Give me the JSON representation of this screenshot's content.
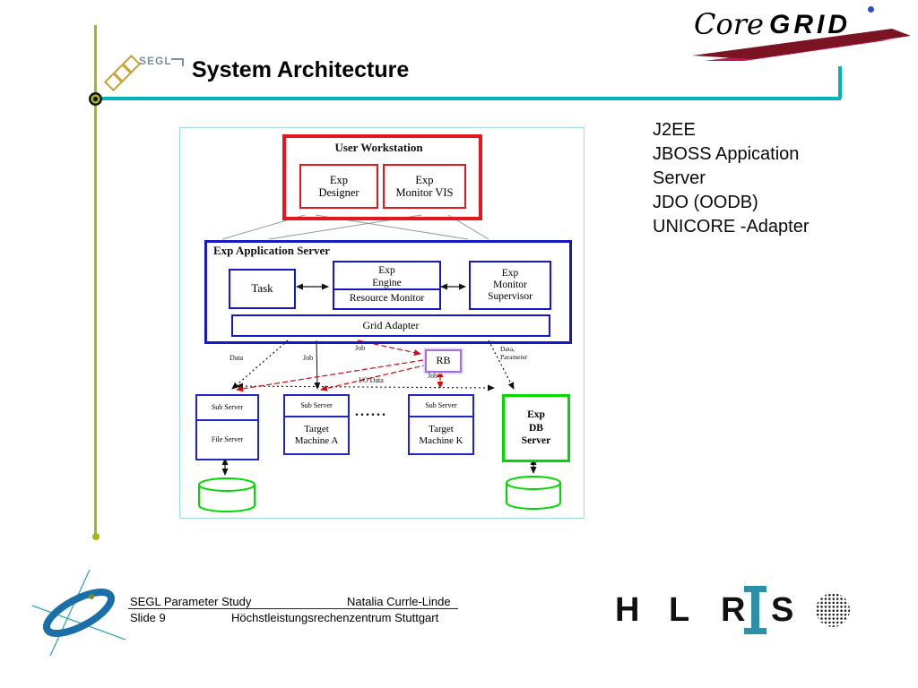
{
  "colors": {
    "accent_teal": "#00b2bc",
    "accent_olive": "#a9b51d",
    "workstation_red": "#e8151c",
    "server_blue": "#1518c8",
    "db_green": "#00d800",
    "rb_purple": "#a86ee0",
    "logo_dark_red": "#7a1322",
    "logo_crimson": "#c2174f",
    "hlrs_teal": "#2d8fa8",
    "flow_red": "#cf0a0a"
  },
  "header": {
    "title": "System Architecture",
    "segl_logo_text": "SEGL"
  },
  "coregrid_logo": {
    "core": "Core",
    "grid": "GRID"
  },
  "annotation": {
    "line1": "J2EE",
    "line2": "JBOSS Appication Server",
    "line3": "JDO (OODB)",
    "line4": "UNICORE -Adapter"
  },
  "diagram": {
    "user_workstation": {
      "title": "User Workstation",
      "exp_designer": "Exp\nDesigner",
      "exp_monitor_vis": "Exp\nMonitor VIS"
    },
    "app_server": {
      "title": "Exp Application Server",
      "task": "Task",
      "exp_engine": "Exp\nEngine",
      "resource_monitor": "Resource Monitor",
      "exp_monitor_supervisor": "Exp\nMonitor\nSupervisor",
      "grid_adapter": "Grid Adapter"
    },
    "rb": "RB",
    "edge_labels": {
      "data": "Data",
      "job_left": "Job",
      "job_mid": "Job",
      "job_rb": "Job",
      "data_parameter": "Data,\nParameter",
      "io_data": "I/O Data"
    },
    "servers": {
      "sub_server": "Sub Server",
      "file_server": "File Server",
      "target_machine_a": "Target\nMachine A",
      "target_machine_k": "Target\nMachine K",
      "ellipsis": "......",
      "exp_db_server": "Exp\nDB\nServer"
    }
  },
  "footer": {
    "project": "SEGL Parameter Study",
    "author": "Natalia Currle-Linde",
    "slide_number": "Slide 9",
    "institution": "Höchstleistungsrechenzentrum Stuttgart",
    "hlrs": [
      "H",
      "L",
      "R",
      "S"
    ]
  }
}
